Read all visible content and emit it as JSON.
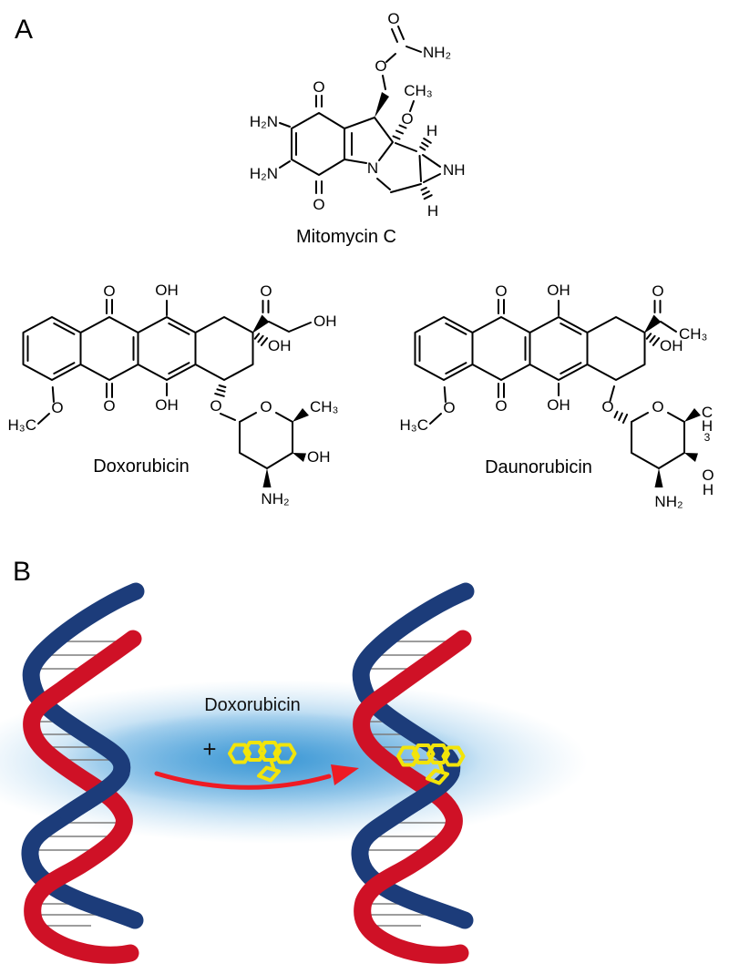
{
  "figure": {
    "type": "two-panel scientific figure",
    "panel_a_description": "Chemical structures of DNA-targeting anticancer drugs",
    "panel_b_description": "Schematic of doxorubicin intercalating into DNA double helix"
  },
  "panel_a": {
    "label": "A",
    "molecules": {
      "mitomycin": {
        "name": "Mitomycin C",
        "atoms": {
          "carbamate_o": "O",
          "carbamate_nh2": "NH₂",
          "ester_o": "O",
          "methoxy_ch3": "CH₃",
          "methoxy_o": "O",
          "amine_top": "H₂N",
          "amine_bottom": "H₂N",
          "quinone_o_top": "O",
          "quinone_o_bottom": "O",
          "ring_n": "N",
          "aziridine_nh": "NH",
          "stereo_h_top": "H",
          "stereo_h_bottom": "H"
        }
      },
      "doxorubicin": {
        "name": "Doxorubicin",
        "atoms": {
          "quinone_o_top": "O",
          "phenol_oh_top": "OH",
          "ketone_o": "O",
          "hydroxymethyl_oh": "OH",
          "c9_oh": "OH",
          "methoxy_h3c": "H₃C",
          "methoxy_o": "O",
          "quinone_o_bottom": "O",
          "phenol_oh_bottom": "OH",
          "glycosidic_o": "O",
          "sugar_ring_o": "O",
          "sugar_ch3": "CH₃",
          "sugar_oh": "OH",
          "sugar_nh2": "NH₂"
        }
      },
      "daunorubicin": {
        "name": "Daunorubicin",
        "atoms": {
          "quinone_o_top": "O",
          "phenol_oh_top": "OH",
          "ketone_o": "O",
          "methyl_ch3": "CH₃",
          "c9_oh": "OH",
          "methoxy_h3c": "H₃C",
          "methoxy_o": "O",
          "quinone_o_bottom": "O",
          "phenol_oh_bottom": "OH",
          "glycosidic_o": "O",
          "sugar_ring_o": "O",
          "sugar_c": "C",
          "sugar_h": "H",
          "sugar_3": "3",
          "sugar_o": "O",
          "sugar_oh_h": "H",
          "sugar_nh2": "NH₂"
        }
      }
    }
  },
  "panel_b": {
    "label": "B",
    "drug_label": "Doxorubicin",
    "plus_sign": "+"
  },
  "colors": {
    "helix_blue": "#1c3c7a",
    "helix_red": "#cf1126",
    "rung_gray": "#7d7d7d",
    "glow_blue": "#4aa3db",
    "molecule_yellow": "#f2e40a",
    "arrow_red": "#ee1b24",
    "bond_black": "#000000",
    "background": "#ffffff"
  }
}
